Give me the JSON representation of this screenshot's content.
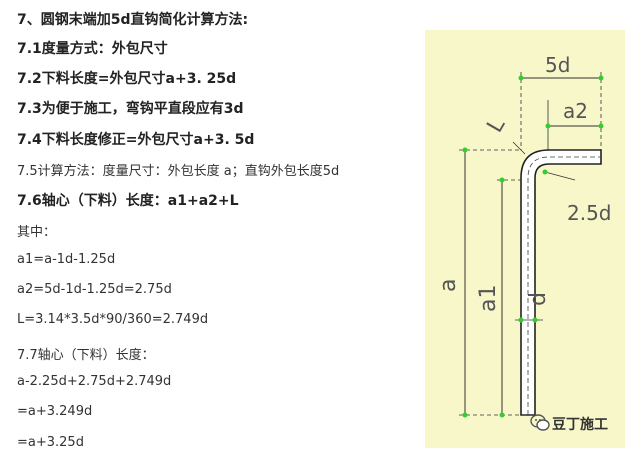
{
  "text_lines": [
    {
      "text": "7、圆钢末端加5d直钩简化计算方法:",
      "bold": true
    },
    {
      "text": "7.1度量方式：外包尺寸",
      "bold": true
    },
    {
      "text": "7.2下料长度=外包尺寸a+3. 25d",
      "bold": true
    },
    {
      "text": "7.3为便于施工，弯钩平直段应有3d",
      "bold": true
    },
    {
      "text": "7.4下料长度修正=外包尺寸a+3. 5d",
      "bold": true
    },
    {
      "text": "7.5计算方法：度量尺寸：外包长度 a；直钩外包长度5d",
      "bold": false
    },
    {
      "text": "7.6轴心（下料）长度：a1+a2+L",
      "bold": true
    },
    {
      "text": "其中：",
      "bold": false
    },
    {
      "text": "a1=a-1d-1.25d",
      "bold": false
    },
    {
      "text": "a2=5d-1d-1.25d=2.75d",
      "bold": false
    },
    {
      "text": "L=3.14*3.5d*90/360=2.749d",
      "bold": false
    },
    {
      "text": "7.7轴心（下料）长度：",
      "bold": false
    },
    {
      "text": "a-2.25d+2.75d+2.749d",
      "bold": false
    },
    {
      "text": "=a+3.249d",
      "bold": false
    },
    {
      "text": "=a+3.25d",
      "bold": false
    }
  ],
  "diagram": {
    "label_5d": "5d",
    "label_a2": "a2",
    "label_L": "L",
    "label_2_5d": "2.5d",
    "label_a": "a",
    "label_a1": "a1",
    "label_d": "d"
  },
  "watermark": {
    "text": "豆丁施工"
  }
}
